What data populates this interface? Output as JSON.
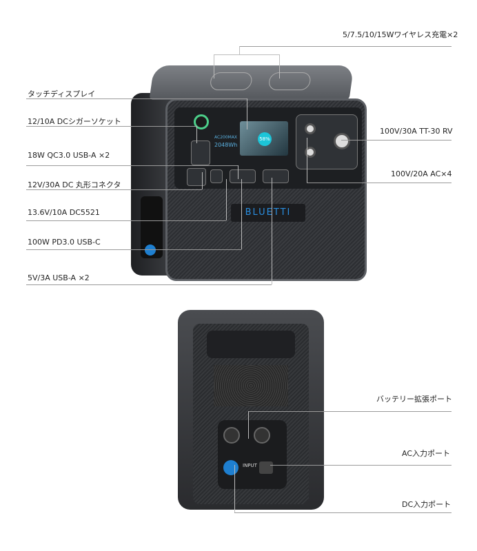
{
  "front_view": {
    "brand": "BLUETTI",
    "model": "AC200MAX",
    "capacity": "2048Wh",
    "screen_percent": "58%",
    "callouts_left": [
      "タッチディスプレイ",
      "12/10A DCシガーソケット",
      "18W QC3.0 USB-A ×2",
      "12V/30A DC 丸形コネクタ",
      "13.6V/10A DC5521",
      "100W PD3.0 USB-C",
      "5V/3A USB-A ×2"
    ],
    "callouts_right": [
      "5/7.5/10/15Wワイヤレス充電×2",
      "100V/30A TT-30 RV",
      "100V/20A AC×4"
    ]
  },
  "rear_view": {
    "input_label": "INPUT",
    "callouts_right": [
      "バッテリー拡張ポート",
      "AC入力ポート",
      "DC入力ポート"
    ]
  },
  "colors": {
    "accent_blue": "#1e7fd0",
    "body": "#2c2e32"
  }
}
